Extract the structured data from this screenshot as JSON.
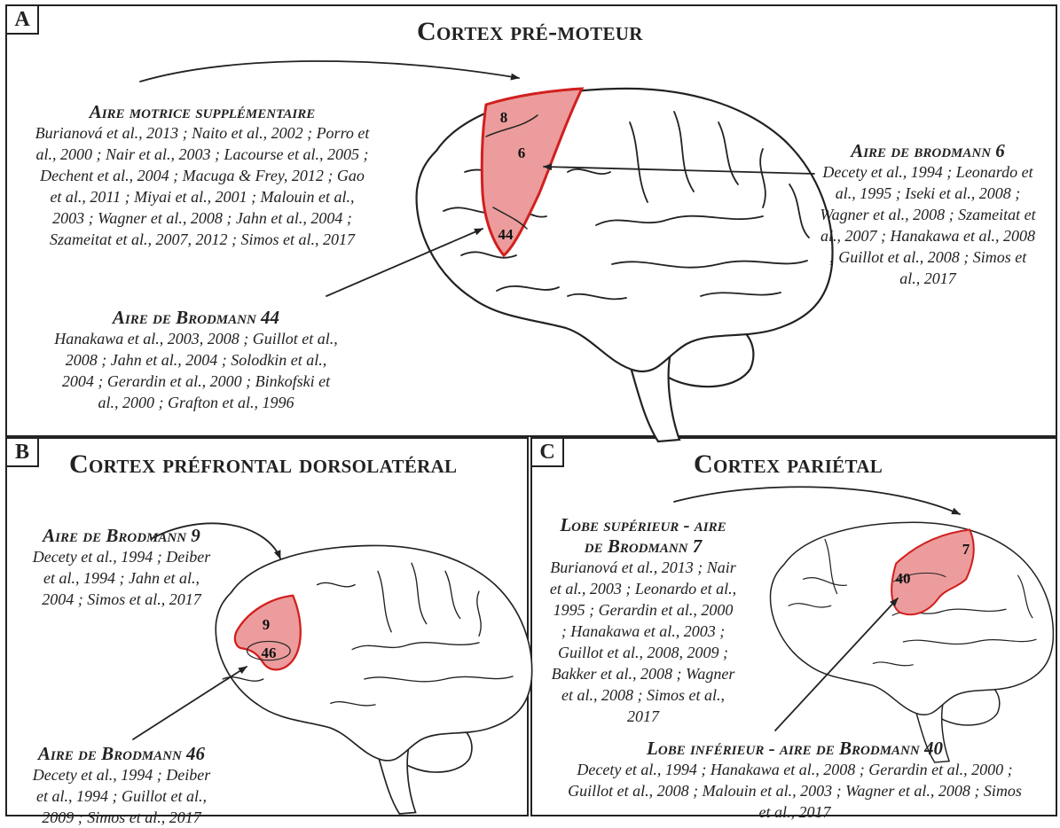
{
  "panelA": {
    "letter": "A",
    "title": "Cortex pré-moteur",
    "ams": {
      "heading": "Aire motrice supplémentaire",
      "refs": [
        "Burianová et al., 2013 ; Naito et al., 2002 ; Porro et",
        "al., 2000 ; Nair et al., 2003 ; Lacourse et al., 2005 ;",
        "Dechent et al., 2004 ; Macuga & Frey, 2012 ; Gao",
        "et al., 2011 ; Miyai et al., 2001 ; Malouin et al.,",
        "2003 ; Wagner et al., 2008 ; Jahn et al., 2004 ;",
        "Szameitat et al., 2007, 2012 ; Simos et al., 2017"
      ]
    },
    "ba6": {
      "heading": "Aire de brodmann 6",
      "refs": [
        "Decety et al., 1994 ; Leonardo et",
        "al., 1995 ; Iseki et al., 2008 ;",
        "Wagner et al., 2008 ; Szameitat et",
        "al., 2007 ; Hanakawa et al., 2008",
        "; Guillot et al., 2008 ; Simos et",
        "al., 2017"
      ]
    },
    "ba44": {
      "heading": "Aire de Brodmann 44",
      "refs": [
        "Hanakawa et al., 2003, 2008 ; Guillot et al.,",
        "2008 ; Jahn et al., 2004 ; Solodkin et al.,",
        "2004 ; Gerardin et al., 2000 ; Binkofski et",
        "al., 2000 ; Grafton et al., 1996"
      ]
    },
    "area_labels": [
      "8",
      "6",
      "44"
    ]
  },
  "panelB": {
    "letter": "B",
    "title": "Cortex préfrontal dorsolatéral",
    "ba9": {
      "heading": "Aire de Brodmann 9",
      "refs": [
        "Decety et al., 1994 ; Deiber",
        "et al., 1994 ; Jahn et al.,",
        "2004 ; Simos et al., 2017"
      ]
    },
    "ba46": {
      "heading": "Aire de Brodmann 46",
      "refs": [
        "Decety et al., 1994 ; Deiber",
        "et al., 1994 ; Guillot et al.,",
        "2009 ; Simos et al., 2017"
      ]
    },
    "area_labels": [
      "9",
      "46"
    ]
  },
  "panelC": {
    "letter": "C",
    "title": "Cortex pariétal",
    "sup": {
      "heading": [
        "Lobe supérieur - aire",
        "de Brodmann 7"
      ],
      "refs": [
        "Burianová et al., 2013 ; Nair",
        "et al., 2003 ; Leonardo et al.,",
        "1995 ; Gerardin et al., 2000",
        "; Hanakawa et al., 2003 ;",
        "Guillot et al., 2008, 2009 ;",
        "Bakker et al., 2008 ; Wagner",
        "et al., 2008 ; Simos et al.,",
        "2017"
      ]
    },
    "inf": {
      "heading": "Lobe inférieur - aire de Brodmann 40",
      "refs": [
        "Decety et al., 1994 ; Hanakawa et al., 2008 ; Gerardin et al., 2000 ;",
        "Guillot et al., 2008 ; Malouin et al., 2003 ; Wagner et al., 2008 ; Simos",
        "et al., 2017"
      ]
    },
    "area_labels": [
      "7",
      "40"
    ]
  },
  "colors": {
    "area_fill": "#ec9c9c",
    "area_stroke": "#d21f1f",
    "ink": "#222222"
  }
}
